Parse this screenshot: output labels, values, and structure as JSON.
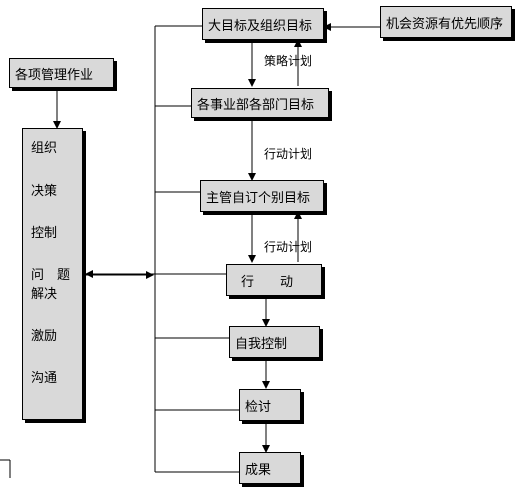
{
  "diagram": {
    "nodes": {
      "top_goal": "大目标及组织目标",
      "resource_priority": "机会资源有优先顺序",
      "management_work": "各项管理作业",
      "division_goals": "各事业部各部门目标",
      "supervisor_goals": "主管自订个别目标",
      "action": "行　　动",
      "self_control": "自我控制",
      "review": "检讨",
      "result": "成果"
    },
    "edge_labels": {
      "strategy_plan": "策略计划",
      "action_plan_1": "行动计划",
      "action_plan_2": "行动计划"
    },
    "management_functions": [
      "组织",
      "决策",
      "控制",
      "问　题",
      "解决",
      "激励",
      "沟通"
    ]
  }
}
